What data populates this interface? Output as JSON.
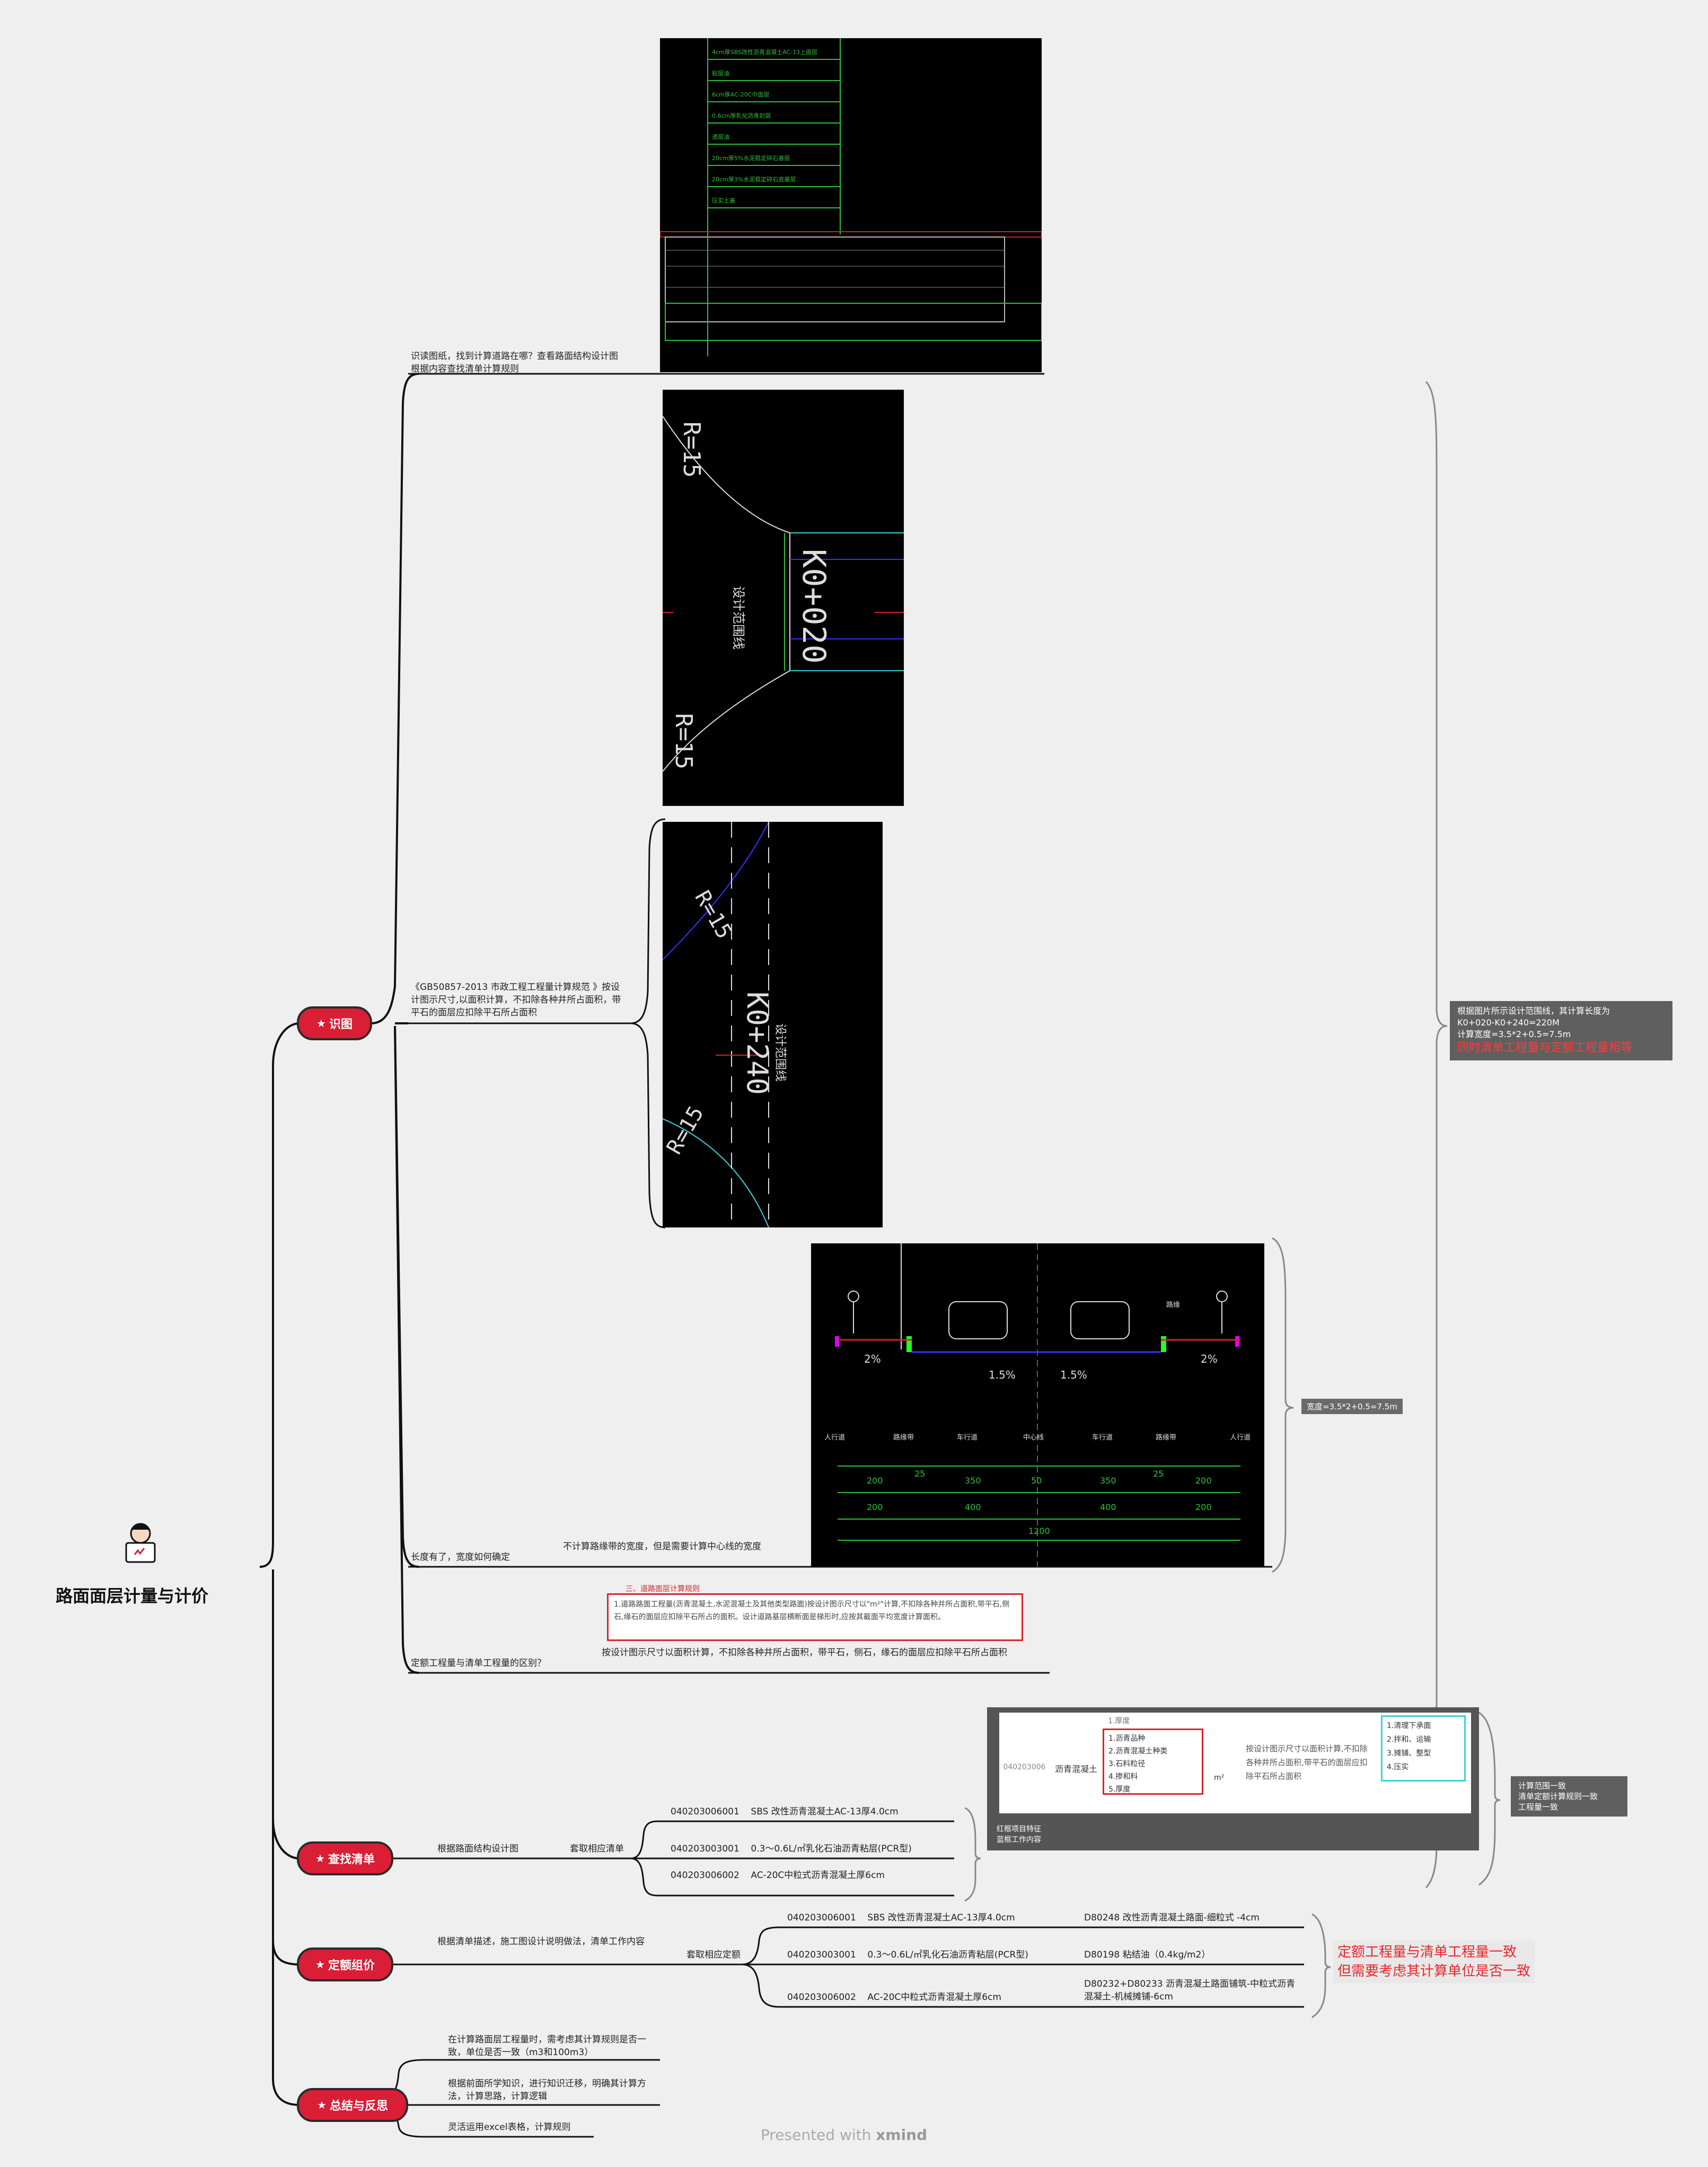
{
  "root": {
    "title": "路面面层计量与计价"
  },
  "branches": {
    "b1": {
      "label": "识图"
    },
    "b2": {
      "label": "查找清单"
    },
    "b3": {
      "label": "定额组价"
    },
    "b4": {
      "label": "总结与反思"
    }
  },
  "b1_nodes": {
    "n1": "识读图纸，找到计算道路在哪？查看路面结构设计图根据内容查找清单计算规则",
    "n2": "《GB50857-2013 市政工程工程量计算规范 》按设计图示尺寸,以面积计算，不扣除各种井所占面积，带平石的面层应扣除平石所占面积",
    "n3": "长度有了，宽度如何确定",
    "n3a": "不计算路缘带的宽度，但是需要计算中心线的宽度",
    "n4": "定额工程量与清单工程量的区别？",
    "n4a": "按设计图示尺寸以面积计算，不扣除各种井所占面积，带平石，侧石，缘石的面层应扣除平石所占面积",
    "n4_box_head": "三、道路面层计算规则",
    "n4_box": "1.道路路面工程量(沥青混凝土,水泥混凝土及其他类型路面)按设计图示尺寸以\"m²\"计算,不扣除各种井所占面积,带平石,侧石,缘石的面层应扣除平石所占的面积。设计道路基层横断面是梯形时,应按其截面平均宽度计算面积。"
  },
  "b1_notes": {
    "width_tag": "宽度=3.5*2+0.5=7.5m",
    "summary_l1": "根据图片所示设计范围线，其计算长度为",
    "summary_l2": "K0+020-K0+240=220M",
    "summary_l3": "计算宽度=3.5*2+0.5=7.5m",
    "summary_red": "同时清单工程量与定额工程量相等"
  },
  "cad": {
    "structure_layers": [
      "4cm厚SBS改性沥青混凝土AC-13上面层",
      "粘层油",
      "6cm厚AC-20C中面层",
      "0.6cm厚乳化沥青封层",
      "透层油",
      "20cm厚5%水泥稳定碎石基层",
      "20cm厚3%水泥稳定碎石底基层",
      "压实土基"
    ],
    "plan1_station": "K0+020",
    "plan1_label": "设计范围线",
    "plan1_radius_a": "R=15",
    "plan1_radius_b": "R=15",
    "plan2_station": "K0+240",
    "plan2_label": "设计范围线",
    "plan2_radius_a": "R=15",
    "plan2_radius_b": "R=15",
    "section_slopes": [
      "2%",
      "1.5%",
      "1.5%",
      "2%"
    ],
    "section_labels": [
      "人行道",
      "路缘带",
      "车行道",
      "中心线",
      "车行道",
      "路缘带",
      "人行道"
    ],
    "section_row1": [
      "200",
      "25",
      "350",
      "50",
      "350",
      "25",
      "200"
    ],
    "section_row2": [
      "200",
      "400",
      "400",
      "200"
    ],
    "section_total": "1200",
    "section_curb_label": "路缘"
  },
  "b2": {
    "n1": "根据路面结构设计图",
    "n2": "套取相应清单",
    "items": [
      {
        "code": "040203006001",
        "desc": "SBS 改性沥青混凝土AC-13厚4.0cm"
      },
      {
        "code": "040203003001",
        "desc": "0.3～0.6L/㎡乳化石油沥青粘层(PCR型)"
      },
      {
        "code": "040203006002",
        "desc": "AC-20C中粒式沥青混凝土厚6cm"
      }
    ],
    "table_code": "040203006",
    "table_name": "沥青混凝土",
    "table_features": [
      "1.厚度",
      "1.沥青品种",
      "2.沥青混凝土种类",
      "3.石料粒径",
      "4.掺和料",
      "5.厚度"
    ],
    "table_unit": "m²",
    "table_rule": "按设计图示尺寸以面积计算,不扣除各种井所占面积,带平石的面层应扣除平石所占面积",
    "table_work": [
      "1.清理下承面",
      "2.拌和、运输",
      "3.摊铺、整型",
      "4.压实"
    ],
    "table_caption_1": "红框项目特征",
    "table_caption_2": "蓝框工作内容",
    "tag_l1": "计算范围一致",
    "tag_l2": "清单定额计算规则一致",
    "tag_l3": "工程量一致"
  },
  "b3": {
    "n1": "根据清单描述，施工图设计说明做法，清单工作内容",
    "n2": "套取相应定额",
    "items": [
      {
        "code": "040203006001",
        "desc": "SBS 改性沥青混凝土AC-13厚4.0cm",
        "quota": "D80248   改性沥青混凝土路面-细粒式 -4cm"
      },
      {
        "code": "040203003001",
        "desc": "0.3～0.6L/㎡乳化石油沥青粘层(PCR型)",
        "quota": "D80198   粘结油（0.4kg/m2）"
      },
      {
        "code": "040203006002",
        "desc": "AC-20C中粒式沥青混凝土厚6cm",
        "quota": "D80232+D80233   沥青混凝土路面铺筑-中粒式沥青混凝土-机械摊铺-6cm"
      }
    ],
    "hl_1": "定额工程量与清单工程量一致",
    "hl_2": "但需要考虑其计算单位是否一致"
  },
  "b4": {
    "items": [
      "在计算路面层工程量时，需考虑其计算规则是否一致，单位是否一致（m3和100m3）",
      "根据前面所学知识，进行知识迁移，明确其计算方法，计算思路，计算逻辑",
      "灵活运用excel表格，计算规则"
    ]
  },
  "footer": {
    "presented": "Presented with",
    "brand": "xmind"
  },
  "colors": {
    "branch": "#d91e36",
    "highlight_red": "#e8262b",
    "panel_bg": "#000000"
  }
}
